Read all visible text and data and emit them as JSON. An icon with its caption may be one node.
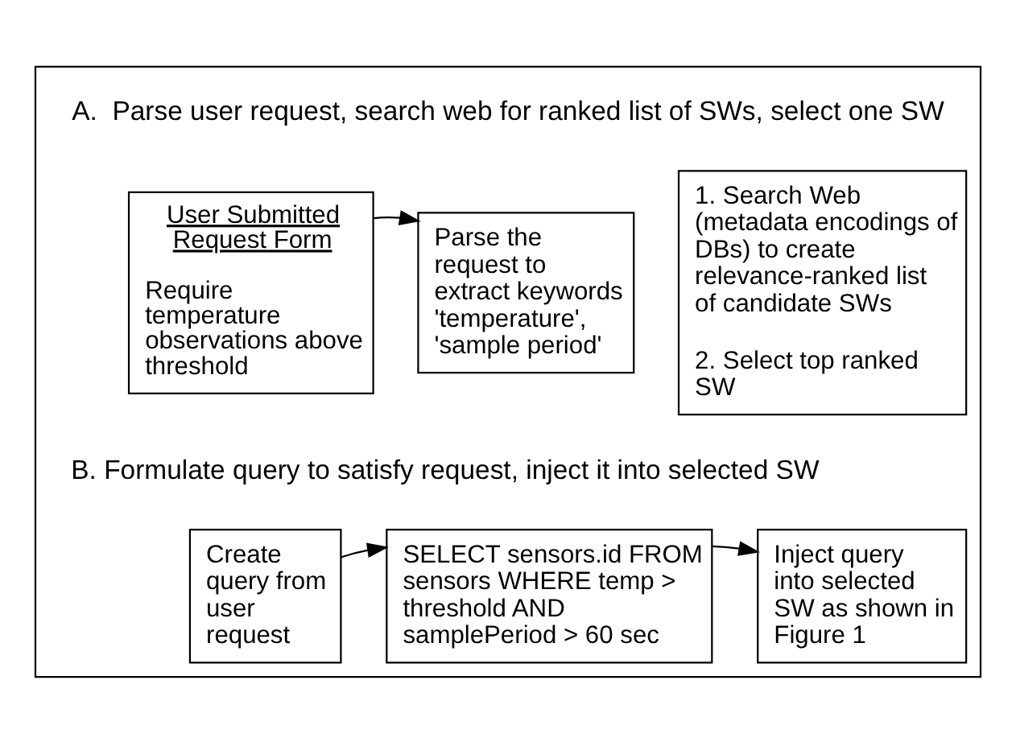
{
  "diagram": {
    "nodes": [
      {
        "text": [],
        "shape": "box"
      },
      {
        "text": [
          "User Submitted Request Form",
          "Require temperature observations above threshold"
        ],
        "in": 0
      },
      {
        "text": [
          "Parse the request to extract keywords 'temperature', 'sample period'"
        ],
        "in": 0
      },
      {
        "text": [
          "1. Search Web (metadata encodings of DBs) to create relevance-ranked list of candidate SWs",
          "2. Select top ranked SW"
        ],
        "in": 0
      },
      {
        "text": [
          "Create query from user request"
        ],
        "in": 0
      },
      {
        "text": [
          "SELECT sensors.id FROM sensors WHERE temp > threshold AND samplePeriod > 60 sec"
        ],
        "in": 0
      },
      {
        "text": [
          "Inject query into selected SW as shown in Figure 1"
        ],
        "in": 0
      }
    ],
    "edges": [
      {
        "from": 1,
        "to": 2,
        "arrow": "to"
      },
      {
        "from": 4,
        "to": 5,
        "arrow": "to"
      },
      {
        "from": 5,
        "to": 6,
        "arrow": "to"
      }
    ],
    "labels": [
      "A.  Parse user request, search web for ranked list of SWs, select one SW",
      "B. Formulate query to satisfy request, inject it into selected SW"
    ]
  }
}
